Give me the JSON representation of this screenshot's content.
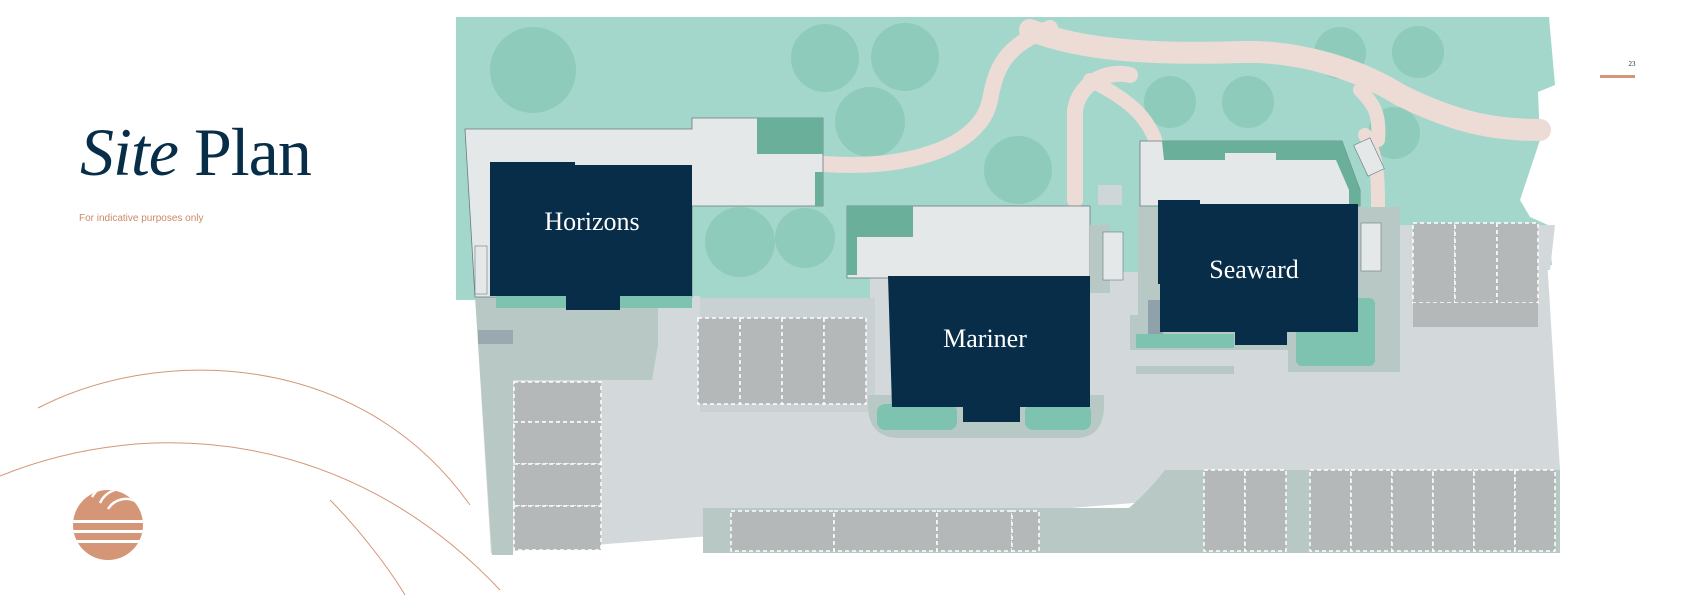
{
  "page": {
    "title_italic": "Site",
    "title_regular": "Plan",
    "subtitle": "For indicative purposes only",
    "page_number": "23"
  },
  "buildings": {
    "horizons": "Horizons",
    "mariner": "Mariner",
    "seaward": "Seaward"
  },
  "colors": {
    "navy": "#072d48",
    "landscape": "#a4d7cb",
    "trees": "#8ecbbb",
    "paving": "#d3d9da",
    "parking_bays": "#b4b8b9",
    "footpath": "#ecdcd5",
    "accent": "#d49676"
  }
}
